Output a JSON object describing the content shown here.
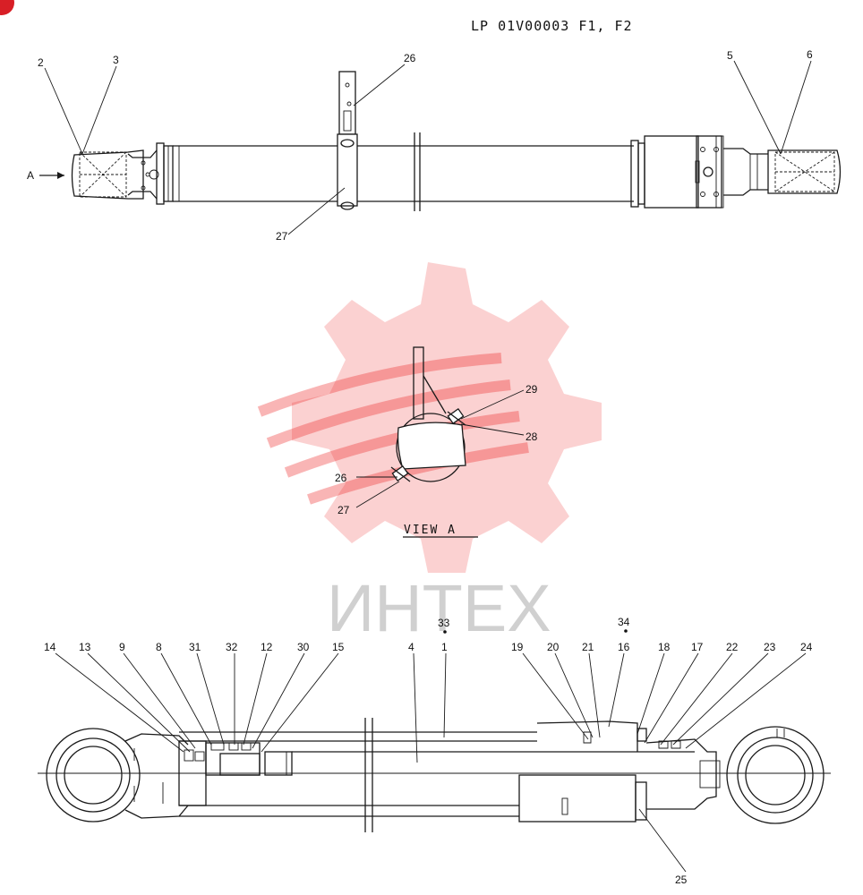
{
  "drawing_code": "LP 01V00003 F1, F2",
  "view_title": "VIEW  A",
  "view_arrow_label": "A",
  "watermark_text": "ИНТЕХ",
  "colors": {
    "watermark": "#ee2d2d",
    "line": "#1a1a1a",
    "corner_badge": "#d81f26"
  },
  "callouts_top": [
    "2",
    "3",
    "26",
    "27",
    "5",
    "6"
  ],
  "callouts_view": [
    "29",
    "28",
    "26",
    "27"
  ],
  "callouts_section_top": [
    "14",
    "13",
    "9",
    "8",
    "31",
    "32",
    "12",
    "30",
    "15",
    "4",
    "33",
    "1",
    "19",
    "20",
    "21",
    "34",
    "16",
    "18",
    "17",
    "22",
    "23",
    "24"
  ],
  "callouts_section_bottom": [
    "25"
  ]
}
